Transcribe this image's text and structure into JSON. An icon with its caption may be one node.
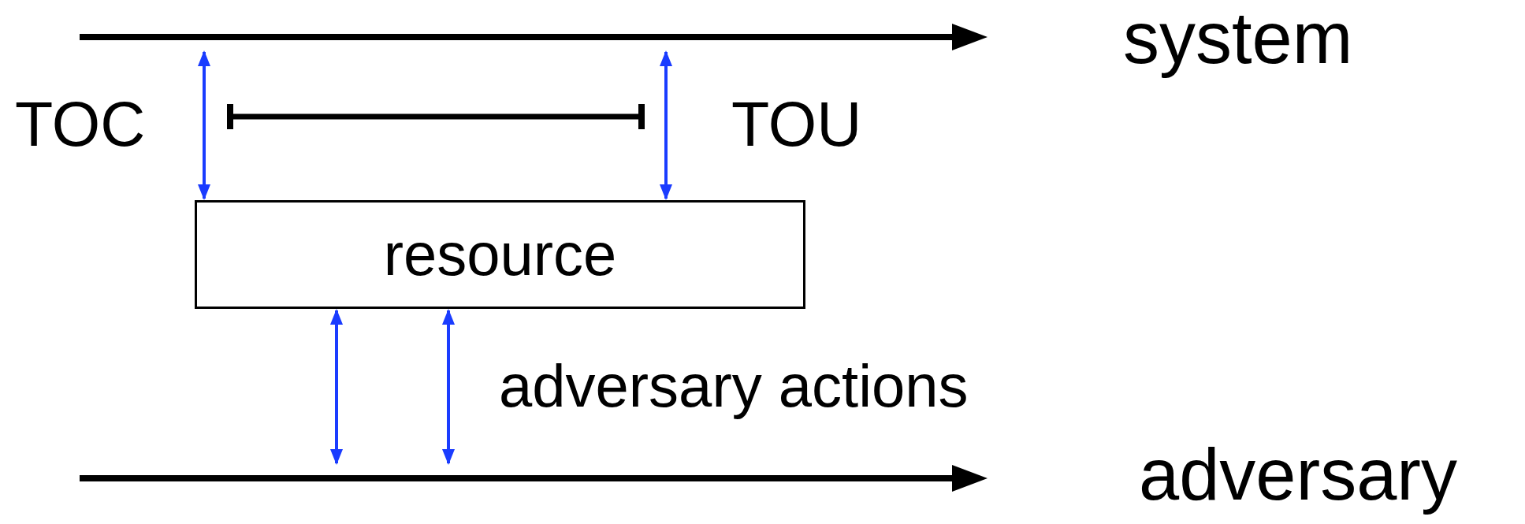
{
  "diagram": {
    "nodes": [
      {
        "text": [],
        "shape": "arrow",
        "beside": [
          "system"
        ]
      },
      {
        "text": [
          "resource"
        ]
      },
      {
        "text": [],
        "shape": "arrow",
        "beside": [
          "adversary"
        ]
      }
    ],
    "edges": [
      {
        "from": 0,
        "to": 1,
        "arrow": "both",
        "label": "TOC"
      },
      {
        "from": 0,
        "to": 1,
        "arrow": "both",
        "label": "TOU"
      },
      {
        "from": 1,
        "to": 2,
        "arrow": "both"
      },
      {
        "from": 1,
        "to": 2,
        "arrow": "both",
        "label": "adversary actions"
      }
    ]
  }
}
